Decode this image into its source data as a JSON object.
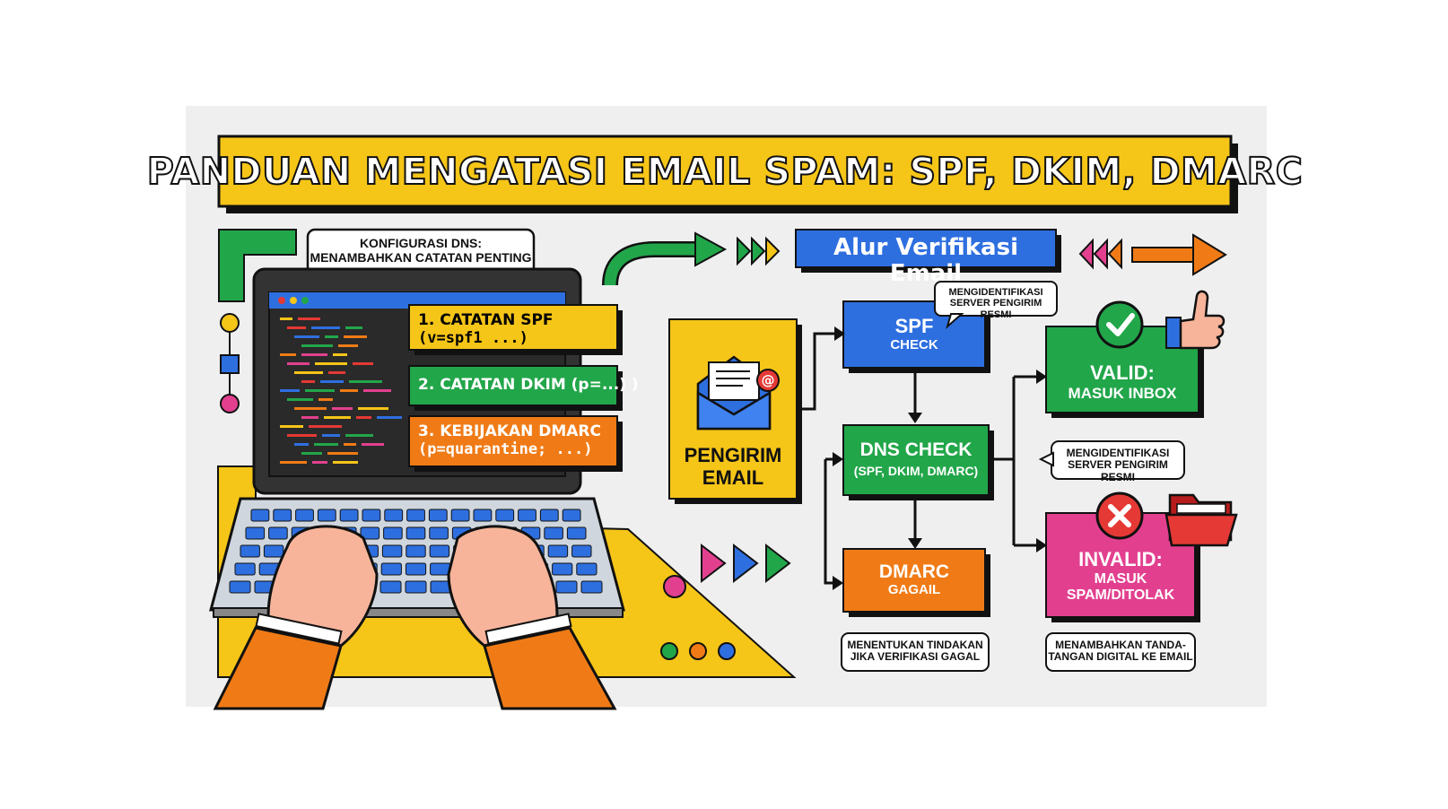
{
  "title": "PANDUAN MENGATASI EMAIL SPAM: SPF, DKIM, DMARC",
  "dns_config_note": [
    "KONFIGURASI DNS:",
    "MENAMBAHKAN CATATAN PENTING"
  ],
  "dns_records": [
    {
      "lines": [
        "1. CATATAN SPF",
        "(v=spf1 ...)"
      ],
      "color": "#f5c518"
    },
    {
      "lines": [
        "2. CATATAN DKIM (p=...) )"
      ],
      "color": "#22a64a"
    },
    {
      "lines": [
        "3. KEBIJAKAN DMARC",
        "(p=quarantine; ...)"
      ],
      "color": "#f07b16"
    }
  ],
  "flow_title": "Alur Verifikasi Email",
  "sender": [
    "PENGIRIM",
    "EMAIL"
  ],
  "spf_check": {
    "title": "SPF",
    "subtitle": "CHECK",
    "note": [
      "MENGIDENTIFIKASI",
      "SERVER PENGIRIM RESMI"
    ]
  },
  "dns_check": {
    "title": "DNS CHECK",
    "subtitle": "(SPF, DKIM, DMARC)"
  },
  "dmarc": {
    "title": "DMARC",
    "subtitle": "GAGAIL",
    "note": [
      "MENENTUKAN TINDAKAN",
      "JIKA VERIFIKASI GAGAL"
    ]
  },
  "valid": {
    "title": "VALID:",
    "subtitle": "MASUK INBOX"
  },
  "middle_note": [
    "MENGIDENTIFIKASI",
    "SERVER PENGIRIM RESMI"
  ],
  "invalid": {
    "title": "INVALID:",
    "subtitle": [
      "MASUK",
      "SPAM/DITOLAK"
    ],
    "note": [
      "MENAMBAHKAN TANDA-",
      "TANGAN DIGITAL KE EMAIL"
    ]
  },
  "colors": {
    "yellow": "#f5c518",
    "blue": "#2e6fe0",
    "green": "#22a64a",
    "orange": "#f07b16",
    "pink": "#e2408f",
    "red": "#e53935",
    "panel_bg": "#efefef",
    "skin": "#f7b49a"
  }
}
